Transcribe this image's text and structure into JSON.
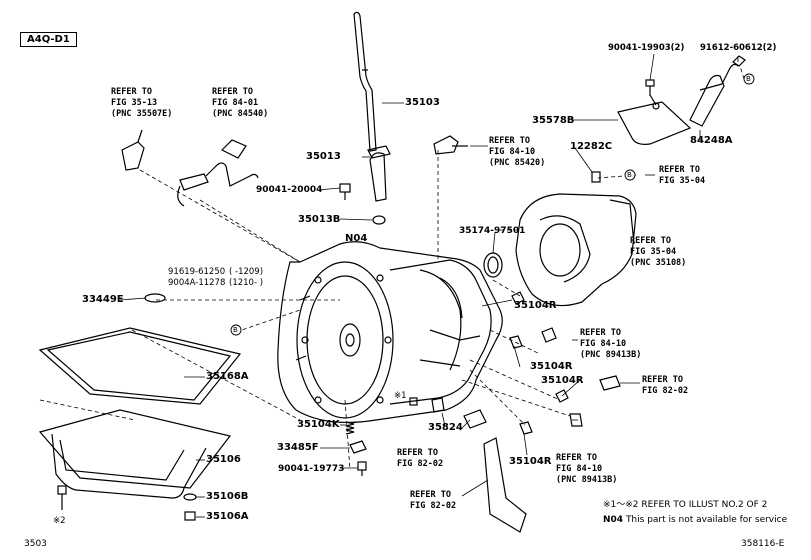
{
  "header_box": "A4Q-D1",
  "footer_left": "3503",
  "footer_right": "358116-E",
  "parts": {
    "p35103": "35103",
    "p35013": "35013",
    "p90041_20004": "90041-20004",
    "p35013B": "35013B",
    "pN04": "N04",
    "p91619": "91619-61250",
    "p91619_range": "(      -1209)",
    "p9004A": "9004A-11278",
    "p9004A_range": "(1210-      )",
    "p33449E": "33449E",
    "p35168A": "35168A",
    "p35104K": "35104K",
    "p33485F": "33485F",
    "p90041_19773": "90041-19773",
    "p35106": "35106",
    "p35106B": "35106B",
    "p35106A": "35106A",
    "p35824": "35824",
    "p35104R_1": "35104R",
    "p35104R_2": "35104R",
    "p35104R_3": "35104R",
    "p35104R_4": "35104R",
    "p35174": "35174-97501",
    "p12282C": "12282C",
    "p35578B": "35578B",
    "p84248A": "84248A",
    "p90041_19903": "90041-19903(2)",
    "p91612": "91612-60612(2)"
  },
  "refs": {
    "r1": "REFER TO\nFIG 35-13\n(PNC 35507E)",
    "r2": "REFER TO\nFIG 84-01\n(PNC 84540)",
    "r3": "REFER TO\nFIG 84-10\n(PNC 85420)",
    "r4": "REFER TO\nFIG 35-04",
    "r5": "REFER TO\nFIG 35-04\n(PNC 35108)",
    "r6": "REFER TO\nFIG 84-10\n(PNC 89413B)",
    "r7": "REFER TO\nFIG 82-02",
    "r8": "REFER TO\nFIG 82-02",
    "r9": "REFER TO\nFIG 84-10\n(PNC 89413B)",
    "r10": "REFER TO\nFIG 82-02"
  },
  "markers": {
    "asterisk1": "※1",
    "asterisk2": "※2",
    "circle_b": "B"
  },
  "notes": {
    "note1": "※1～※2  REFER TO ILLUST NO.2 OF 2",
    "note2_code": "N04",
    "note2_text": "This part is not available for service"
  }
}
